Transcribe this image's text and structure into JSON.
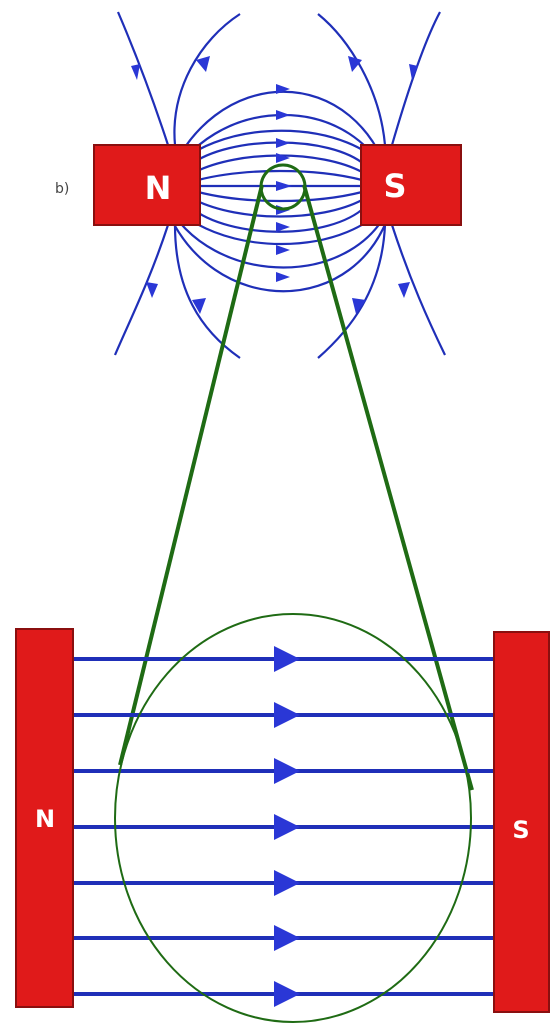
{
  "top_diagram": {
    "side_label": "b)",
    "north_label": "N",
    "south_label": "S"
  },
  "zoom_diagram": {
    "north_label": "N",
    "south_label": "S"
  },
  "colors": {
    "magnet": "#e01a1a",
    "magnet_edge": "#8a0f0f",
    "field_line": "#1f2fb8",
    "field_arrow": "#2a37d6",
    "zoom_outline": "#1f6b14",
    "background": "#ffffff"
  }
}
